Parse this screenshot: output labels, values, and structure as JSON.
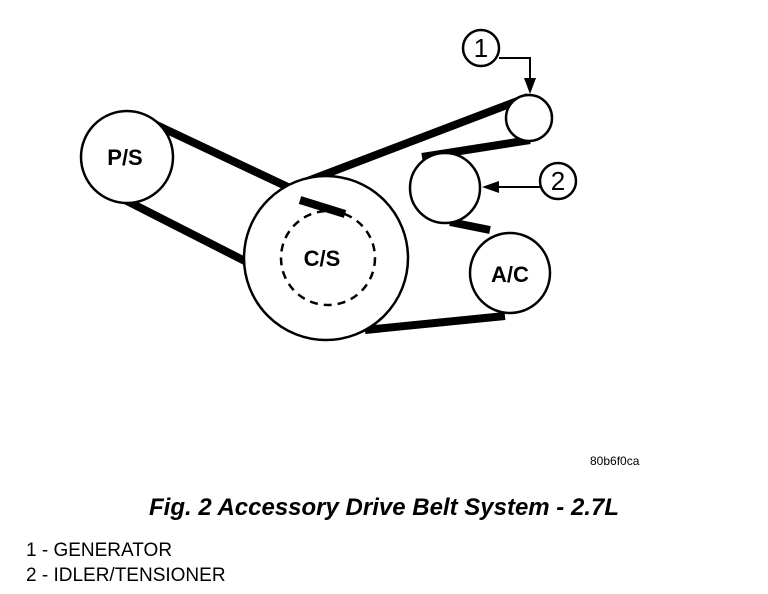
{
  "diagram": {
    "pulleys": {
      "ps": "P/S",
      "cs": "C/S",
      "ac": "A/C"
    },
    "callouts": {
      "one": "1",
      "two": "2"
    },
    "image_code": "80b6f0ca"
  },
  "caption": "Fig. 2 Accessory Drive Belt System - 2.7L",
  "legend": [
    "1 - GENERATOR",
    "2 - IDLER/TENSIONER"
  ]
}
